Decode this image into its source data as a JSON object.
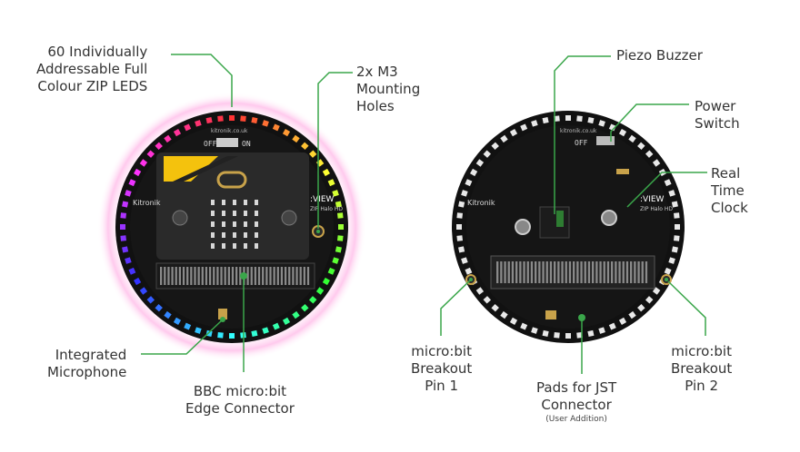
{
  "labels": {
    "zip_leds": [
      "60 Individually",
      "Addressable Full",
      "Colour ZIP LEDS"
    ],
    "mounting_holes": [
      "2x M3",
      "Mounting",
      "Holes"
    ],
    "microphone": [
      "Integrated",
      "Microphone"
    ],
    "edge_connector": [
      "BBC micro:bit",
      "Edge Connector"
    ],
    "piezo": [
      "Piezo Buzzer"
    ],
    "power_switch": [
      "Power",
      "Switch"
    ],
    "rtc": [
      "Real",
      "Time",
      "Clock"
    ],
    "pin1": [
      "micro:bit",
      "Breakout",
      "Pin 1"
    ],
    "pin2": [
      "micro:bit",
      "Breakout",
      "Pin 2"
    ],
    "jst": [
      "Pads for JST",
      "Connector"
    ],
    "jst_note": "(User Addition)"
  },
  "board_text": {
    "brand": "Kitronik",
    "url": "kitronik.co.uk",
    "view": ":VIEW",
    "model": "ZIP Halo HD",
    "off": "OFF",
    "on": "ON"
  },
  "colors": {
    "leader_line": "#3aa64a",
    "pcb": "#111111",
    "pad_green": "#2e7d32",
    "gold": "#c8a24a"
  },
  "led_count": 60
}
